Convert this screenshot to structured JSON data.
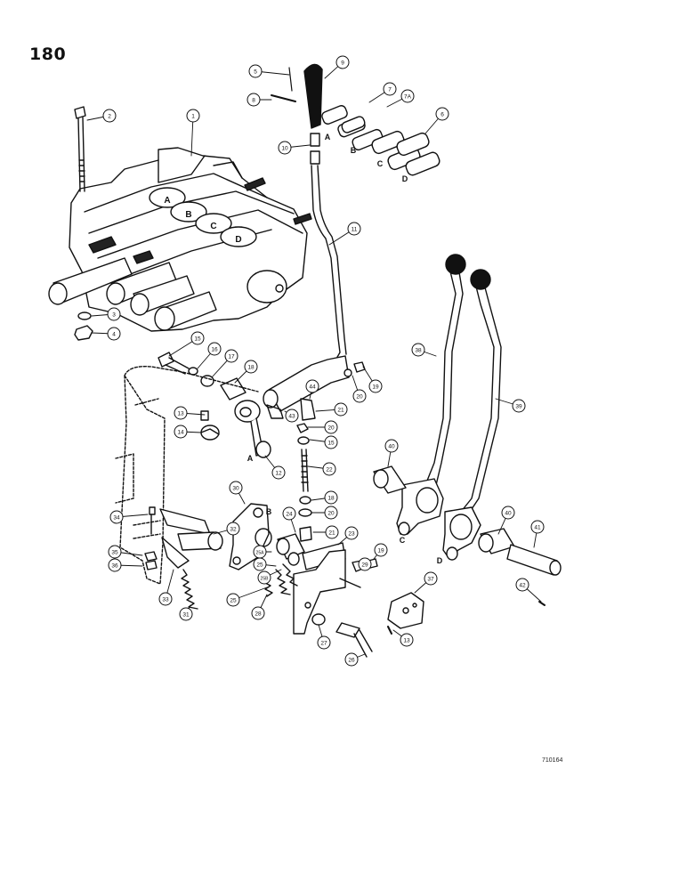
{
  "page_number": "180",
  "figure_code": "710164",
  "callouts": [
    "5",
    "9",
    "6",
    "7",
    "7A",
    "8",
    "2",
    "1",
    "10",
    "11",
    "3",
    "4",
    "15",
    "16",
    "17",
    "18",
    "20",
    "19",
    "13",
    "14",
    "44",
    "43",
    "21",
    "20",
    "15",
    "12",
    "38",
    "39",
    "40",
    "22",
    "30",
    "18",
    "20",
    "24",
    "34",
    "32",
    "21",
    "23",
    "29",
    "19",
    "25A",
    "25",
    "40",
    "41",
    "35",
    "36",
    "25B",
    "42",
    "37",
    "33",
    "31",
    "25",
    "28",
    "27",
    "13",
    "26"
  ],
  "valve_labels": [
    "A",
    "B",
    "C",
    "D"
  ],
  "link_labels": [
    "A",
    "B",
    "C",
    "D",
    "A",
    "B",
    "C",
    "D"
  ]
}
